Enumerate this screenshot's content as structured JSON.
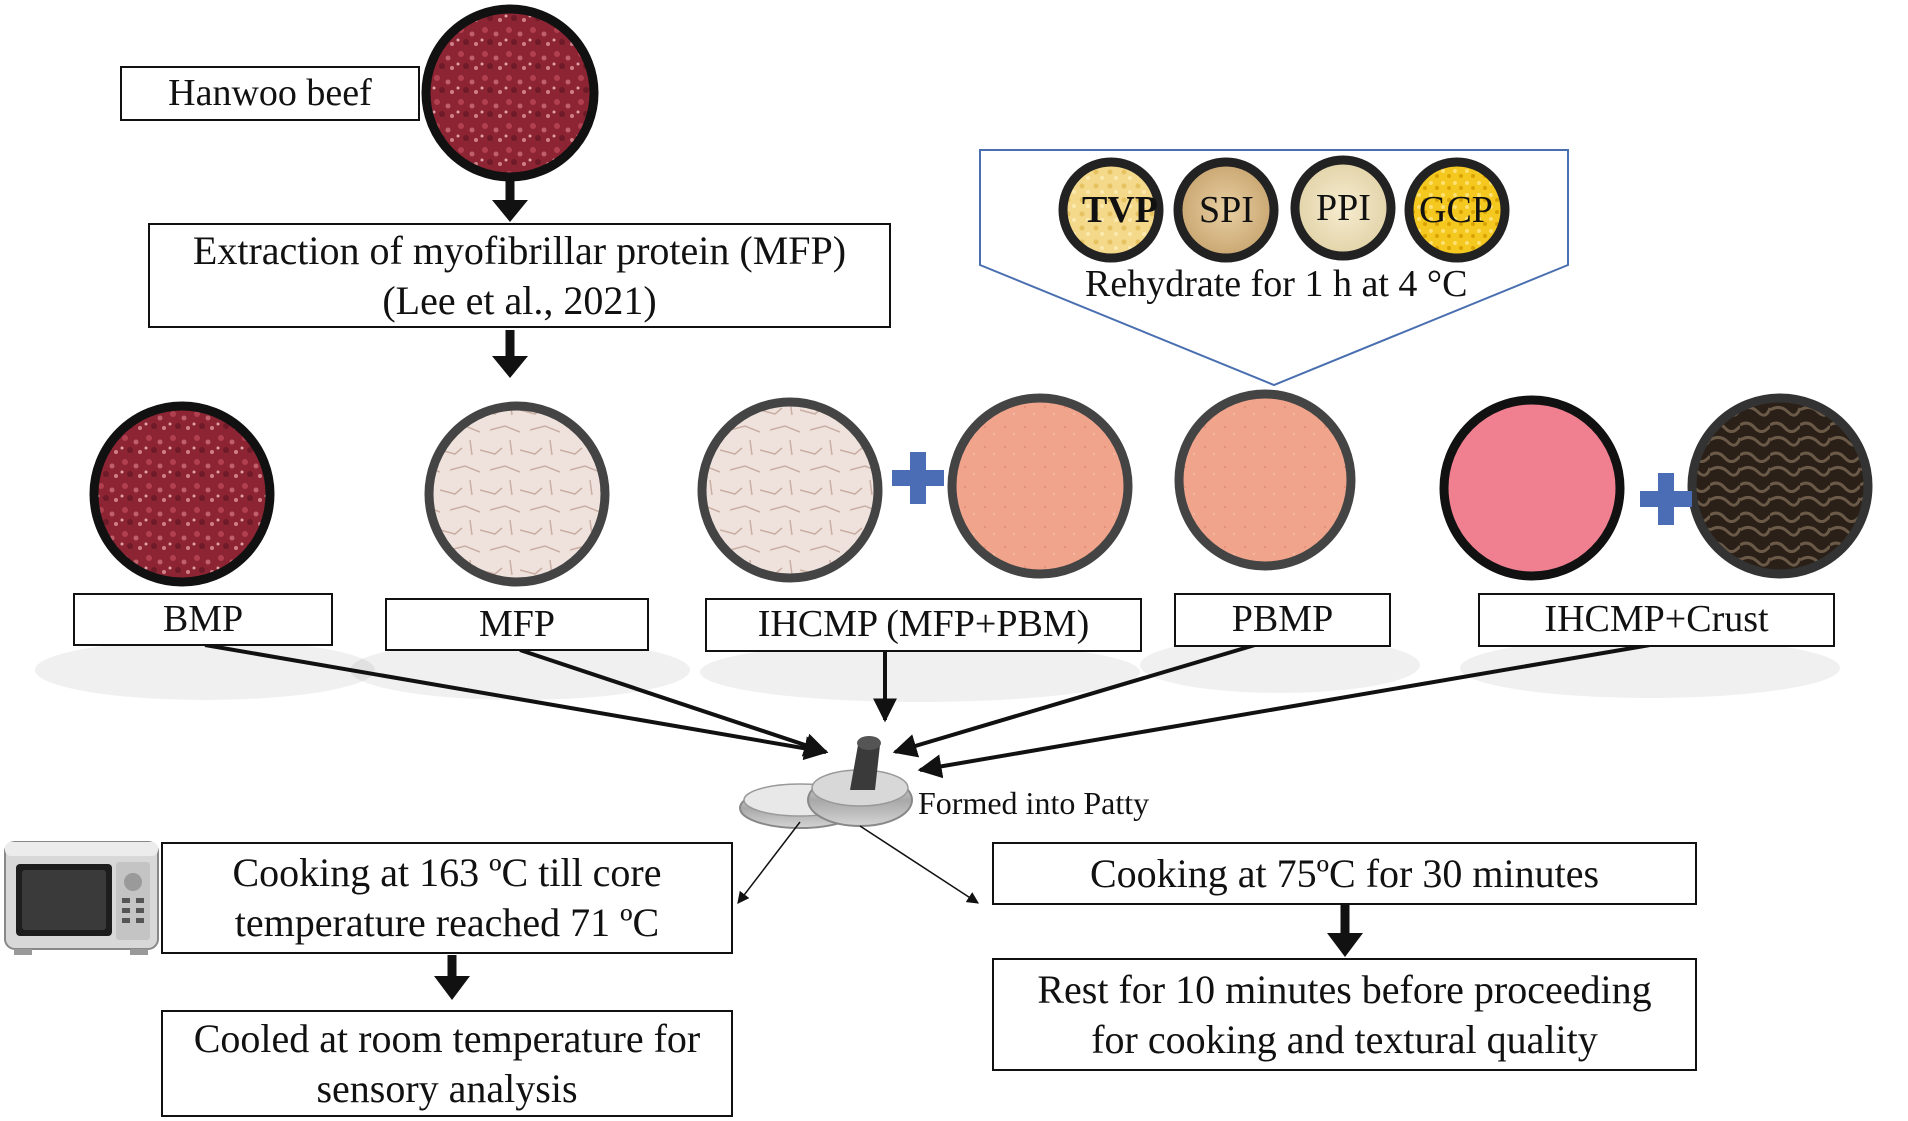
{
  "source": {
    "label": "Hanwoo beef"
  },
  "extraction": {
    "line1": "Extraction of myofibrillar protein (MFP)",
    "line2": "(Lee et al., 2021)"
  },
  "plant_proteins": {
    "items": [
      "TVP",
      "SPI",
      "PPI",
      "GCP"
    ],
    "note": "Rehydrate for 1 h at 4 °C"
  },
  "samples": {
    "bmp": "BMP",
    "mfp": "MFP",
    "ihcmp": "IHCMP (MFP+PBM)",
    "pbmp": "PBMP",
    "ihcmp_crust": "IHCMP+Crust"
  },
  "forming": {
    "label": "Formed into Patty"
  },
  "left_branch": {
    "cook_line1": "Cooking at 163  ºC till core",
    "cook_line2": "temperature reached 71 ºC",
    "cool_line1": "Cooled at room temperature for",
    "cool_line2": "sensory analysis"
  },
  "right_branch": {
    "cook": "Cooking at 75ºC for 30 minutes",
    "rest_line1": "Rest for 10 minutes before proceeding",
    "rest_line2": "for cooking and textural quality"
  },
  "colors": {
    "beef": "#8c2433",
    "mfp_powder": "#efe2dc",
    "pbm": "#f0a48c",
    "pink_paste": "#f08090",
    "crust": "#2a2018",
    "plus": "#4a6db5",
    "callout_border": "#4a6fb0",
    "tvp": "#f4d98a",
    "spi": "#d9b887",
    "ppi": "#efe3c0",
    "gcp": "#f5c820"
  }
}
